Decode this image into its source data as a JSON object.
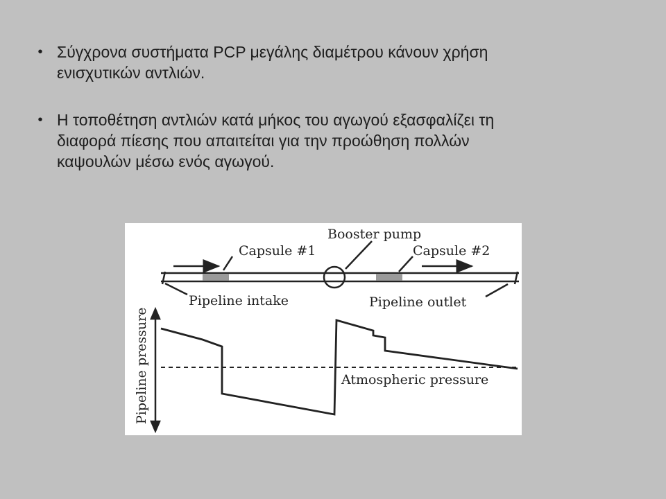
{
  "slide": {
    "bullets": [
      {
        "lines": [
          "Σύγχρονα συστήματα PCP μεγάλης διαμέτρου κάνουν χρήση",
          "ενισχυτικών αντλιών."
        ]
      },
      {
        "lines": [
          "Η τοποθέτηση αντλιών κατά μήκος του αγωγού εξασφαλίζει τη",
          "διαφορά πίεσης που απαιτείται για την προώθηση πολλών",
          "καψουλών μέσω ενός αγωγού."
        ]
      }
    ]
  },
  "figure": {
    "labels": {
      "booster_pump": "Booster pump",
      "capsule_1": "Capsule #1",
      "capsule_2": "Capsule #2",
      "pipeline_intake": "Pipeline intake",
      "pipeline_outlet": "Pipeline outlet",
      "atmospheric_pressure": "Atmospheric pressure",
      "pipeline_pressure": "Pipeline pressure"
    },
    "colors": {
      "line": "#222222",
      "capsule": "#9a9a9a"
    }
  }
}
